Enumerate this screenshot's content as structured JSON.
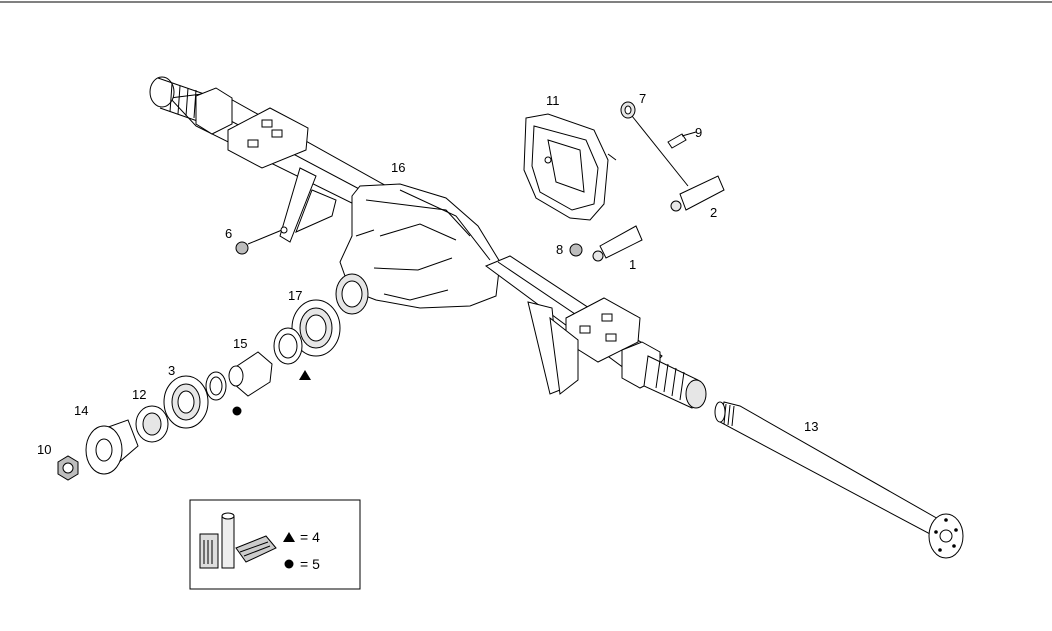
{
  "callouts": {
    "c1": "1",
    "c2": "2",
    "c3": "3",
    "c6": "6",
    "c7": "7",
    "c8": "8",
    "c9": "9",
    "c10": "10",
    "c11": "11",
    "c12": "12",
    "c13": "13",
    "c14": "14",
    "c15": "15",
    "c16": "16",
    "c17": "17"
  },
  "legend": {
    "triangle_text": "= 4",
    "circle_text": "= 5"
  }
}
